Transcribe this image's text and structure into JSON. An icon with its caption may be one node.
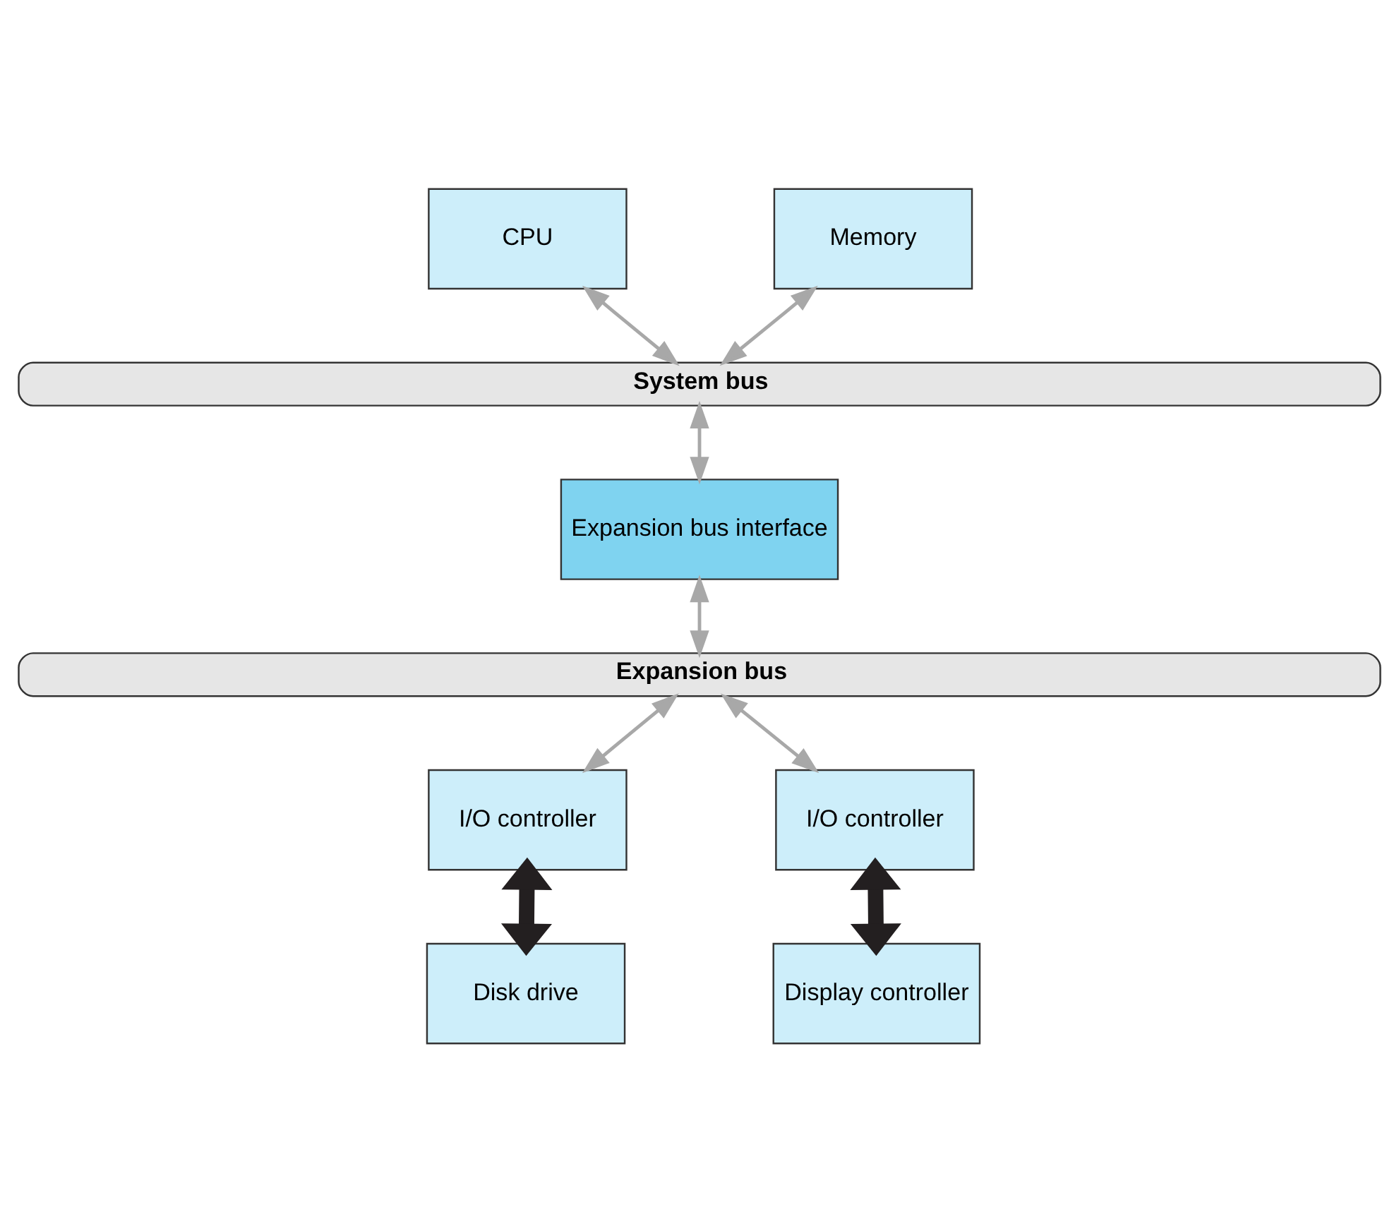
{
  "diagram": {
    "nodes": [
      {
        "text": [
          "CPU"
        ]
      },
      {
        "text": [
          "Memory"
        ]
      },
      {
        "text": [
          "System bus"
        ]
      },
      {
        "text": [
          "Expansion bus interface"
        ]
      },
      {
        "text": [
          "Expansion bus"
        ]
      },
      {
        "text": [
          "I/O controller"
        ]
      },
      {
        "text": [
          "I/O controller"
        ]
      },
      {
        "text": [
          "Disk drive"
        ]
      },
      {
        "text": [
          "Display controller"
        ]
      }
    ],
    "edges": [
      {
        "from": 0,
        "to": 2,
        "arrow": "both"
      },
      {
        "from": 1,
        "to": 2,
        "arrow": "both"
      },
      {
        "from": 2,
        "to": 3,
        "arrow": "both"
      },
      {
        "from": 3,
        "to": 4,
        "arrow": "both"
      },
      {
        "from": 4,
        "to": 5,
        "arrow": "both"
      },
      {
        "from": 4,
        "to": 6,
        "arrow": "both"
      },
      {
        "from": 5,
        "to": 7,
        "arrow": "both",
        "style": "thick",
        "color": "#231f20"
      },
      {
        "from": 6,
        "to": 8,
        "arrow": "both",
        "style": "thick",
        "color": "#231f20"
      }
    ]
  }
}
